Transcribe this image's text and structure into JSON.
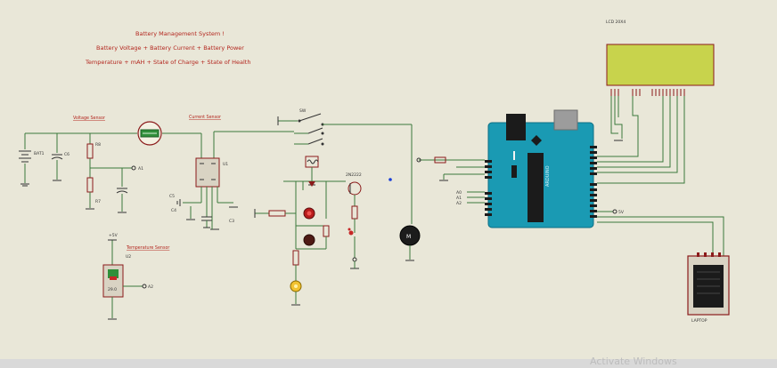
{
  "title_lines": [
    "Battery Management System !",
    "Battery Voltage + Battery Current + Battery Power",
    "Temperature + mAH + State of Charge + State of Health"
  ],
  "section_labels": {
    "voltage": "Voltage Sensor",
    "current": "Current Sensor",
    "temperature": "Temperature Sensor"
  },
  "component_labels": {
    "batt": "BAT1",
    "r8": "R8",
    "r7": "R7",
    "u1": "U1",
    "u2": "U2",
    "lcd": "LCD 20X4",
    "laptop": "LAPTOP"
  },
  "arduino_text": "ARDUINO",
  "watermark": "Activate Windows",
  "colors": {
    "background": "#e9e7d8",
    "wire": "#3b7a3b",
    "board": "#1a9ab3",
    "lcd": "#c8d34c",
    "title": "#b3261e"
  }
}
